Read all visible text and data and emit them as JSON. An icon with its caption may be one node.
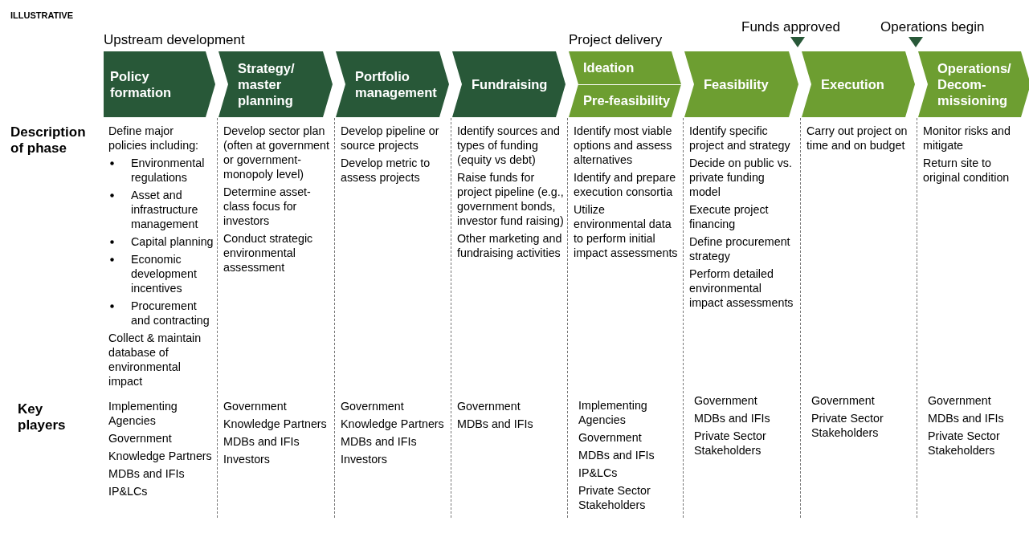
{
  "diagram": {
    "nodes": [
      {
        "text": [
          "Policy formation"
        ]
      },
      {
        "text": [
          "Strategy/ master planning"
        ]
      },
      {
        "text": [
          "Portfolio management"
        ]
      },
      {
        "text": [
          "Fundraising"
        ]
      },
      {
        "text": [
          "Ideation",
          "Pre-feasibility"
        ]
      },
      {
        "text": [
          "Feasibility"
        ]
      },
      {
        "text": [
          "Execution"
        ]
      },
      {
        "text": [
          "Operations/ Decom-missioning"
        ]
      }
    ],
    "labels": [
      "ILLUSTRATIVE",
      "Upstream development",
      "Project delivery",
      "Funds approved",
      "Operations begin",
      "Description of phase",
      "Define major policies including:",
      "Environmental regulations",
      "Asset and infrastructure management",
      "Capital planning",
      "Economic development incentives",
      "Procurement and contracting",
      "Collect & maintain database of environmental impact",
      "Develop sector plan (often at government or government-monopoly level)",
      "Determine asset-class focus for investors",
      "Conduct strategic environmental assessment",
      "Develop pipeline or source projects",
      "Develop metric to assess projects",
      "Identify sources and types of funding (equity vs debt)",
      "Raise funds for project pipeline (e.g., government bonds, investor fund raising)",
      "Other marketing and fundraising activities",
      "Identify most viable options and assess alternatives",
      "Identify and prepare execution consortia",
      "Utilize environmental data to perform initial impact assessments",
      "Identify specific project and strategy",
      "Decide on public vs. private funding model",
      "Execute project financing",
      "Define procurement strategy",
      "Perform detailed environmental impact assessments",
      "Carry out project on time and on budget",
      "Monitor risks and mitigate",
      "Return site to original condition",
      "Key players",
      "Implementing Agencies",
      "Government",
      "Knowledge Partners",
      "MDBs and IFIs",
      "IP&LCs",
      "Government",
      "Knowledge Partners",
      "MDBs and IFIs",
      "Investors",
      "Government",
      "Knowledge Partners",
      "MDBs and IFIs",
      "Investors",
      "Government",
      "MDBs and IFIs",
      "Implementing Agencies",
      "Government",
      "MDBs and IFIs",
      "IP&LCs",
      "Private Sector Stakeholders",
      "Government",
      "MDBs and IFIs",
      "Private Sector Stakeholders",
      "Government",
      "Private Sector Stakeholders",
      "Government",
      "MDBs and IFIs",
      "Private Sector Stakeholders"
    ]
  }
}
